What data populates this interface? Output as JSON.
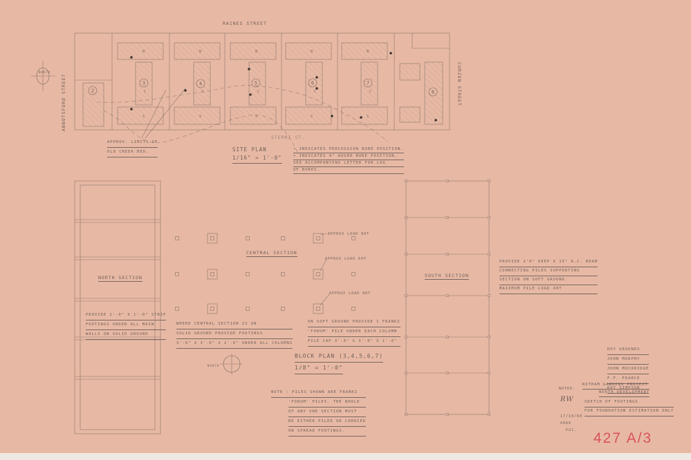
{
  "site_plan": {
    "streets": {
      "top": "Raines Street",
      "left": "Abbotsford Street",
      "right": "Curzon Street",
      "bottom": "Sterri St."
    },
    "north_label": "North",
    "title": "Site Plan",
    "scale": "1/16\" = 1'-0\"",
    "creek_note": [
      "Approx. limits of",
      "old creek bed."
    ],
    "legend": [
      "• indicates percussion bore position.",
      "+ indicates 4\" auger bore position.",
      "See accompanying letter for log",
      "of bores."
    ],
    "block_numbers": [
      "2",
      "3",
      "4",
      "5",
      "6",
      "7",
      "8"
    ],
    "wing_labels": {
      "north": "N",
      "south": "S",
      "central": "C"
    }
  },
  "block_plan": {
    "north_section": "North Section",
    "south_section": "South Section",
    "central_section": "Central Section",
    "north_note": [
      "Provide 2'-0\" x 1'-0\" strip",
      "footings under all main",
      "walls on solid ground"
    ],
    "central_note": [
      "Where central section is on",
      "solid ground provide footings",
      "3'-6\" x 3'-6\" x 2'-0\" under all columns"
    ],
    "soft_note": [
      "On soft ground provide 1 Franki",
      "'Forum' pile under each column",
      "pile cap 3'-0\" x 3'-0\" x 1'-6\""
    ],
    "south_note": [
      "Provide 2'6\" deep x 15\" R.C. beam",
      "connecting piles supporting",
      "section on soft ground.",
      "Maximum pile load 40T"
    ],
    "load_labels": [
      "Approx load 80T",
      "Approx load 60T",
      "Approx load 80T"
    ],
    "title": "Block Plan (3,4,5,6,7)",
    "scale": "1/8\" = 1'-0\"",
    "north_label": "North",
    "pile_note": [
      "Note : Piles shown are Franki",
      "'Forum' piles. The whole",
      "of any one section must",
      "be either piled or carried",
      "on spread footings."
    ]
  },
  "title_block": {
    "names": [
      "Roy Grounds",
      "John Murphy",
      "John Mockridge",
      "F.F. Fearce",
      "Roy Simpson"
    ],
    "noted": "Noted.",
    "initials": "RW",
    "date": [
      "17/10/60",
      "4060",
      "PG1."
    ],
    "project": [
      "Kotham Gardens Project",
      "North Development"
    ],
    "drawing": [
      "Sketch of footings",
      "for foundation estimation only"
    ]
  },
  "reference_number": "427 A/3",
  "colors": {
    "paper": "#e7b9a4",
    "pencil": "#7a6660",
    "stamp": "#d9535a"
  }
}
